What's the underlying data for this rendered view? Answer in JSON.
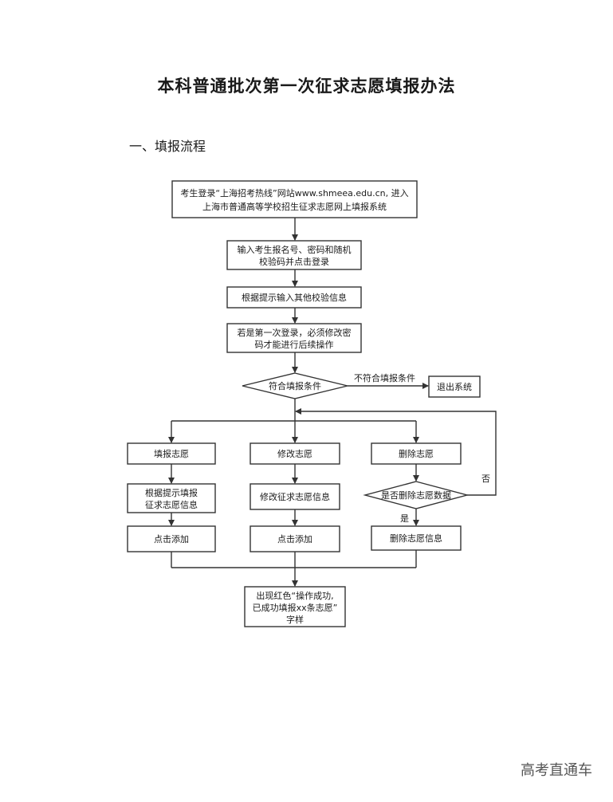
{
  "title": "本科普通批次第一次征求志愿填报办法",
  "section_heading": "一、填报流程",
  "flow": {
    "step1": [
      "考生登录“上海招考热线”网站www.shmeea.edu.cn, 进入",
      "上海市普通高等学校招生征求志愿网上填报系统"
    ],
    "step2": [
      "输入考生报名号、密码和随机",
      "校验码并点击登录"
    ],
    "step3": "根据提示输入其他校验信息",
    "step4": [
      "若是第一次登录，必须修改密",
      "码才能进行后续操作"
    ],
    "decision": "符合填报条件",
    "not_eligible_label": "不符合填报条件",
    "exit": "退出系统",
    "fill": "填报志愿",
    "modify": "修改志愿",
    "delete": "删除志愿",
    "fill_info": [
      "根据提示填报",
      "征求志愿信息"
    ],
    "modify_info": "修改征求志愿信息",
    "delete_decision": "是否删除志愿数据",
    "no_label": "否",
    "yes_label": "是",
    "click_add_1": "点击添加",
    "click_add_2": "点击添加",
    "delete_info": "删除志愿信息",
    "result": [
      "出现红色“操作成功,",
      "已成功填报xx条志愿”",
      "字样"
    ]
  },
  "watermark": "高考直通车"
}
